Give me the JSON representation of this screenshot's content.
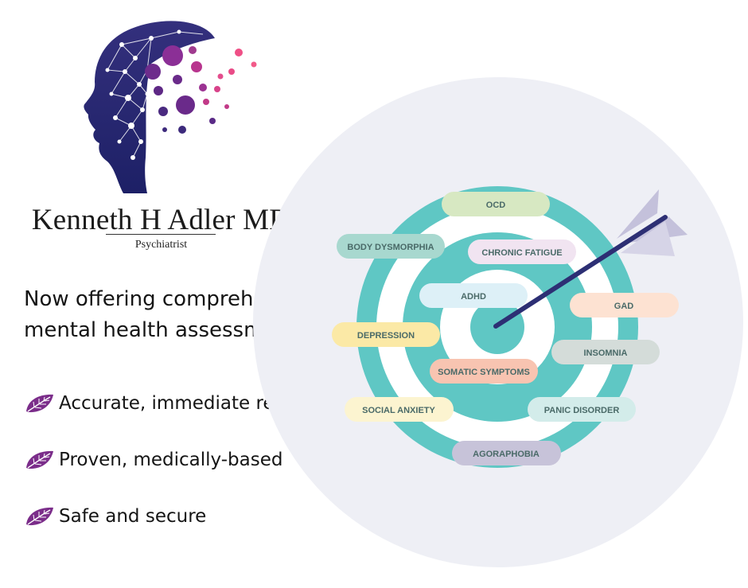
{
  "brand": {
    "name": "Kenneth H Adler MD",
    "subtitle": "Psychiatrist"
  },
  "headline": {
    "line1": "Now offering comprehensive",
    "line2": "mental health assessment!"
  },
  "bullets": [
    {
      "text": "Accurate, immediate results",
      "icon": "leaf-icon"
    },
    {
      "text": "Proven, medically-based",
      "icon": "leaf-icon"
    },
    {
      "text": "Safe and secure",
      "icon": "leaf-icon"
    }
  ],
  "target_labels": [
    {
      "text": "OCD",
      "color": "#d7e8c2"
    },
    {
      "text": "BODY DYSMORPHIA",
      "color": "#a8d8cf"
    },
    {
      "text": "CHRONIC FATIGUE",
      "color": "#f1e4f1"
    },
    {
      "text": "ADHD",
      "color": "#ddf0f7"
    },
    {
      "text": "GAD",
      "color": "#fde2d2"
    },
    {
      "text": "DEPRESSION",
      "color": "#fbe9a6"
    },
    {
      "text": "INSOMNIA",
      "color": "#d4dcd9"
    },
    {
      "text": "SOMATIC SYMPTOMS",
      "color": "#f8c4b1"
    },
    {
      "text": "SOCIAL ANXIETY",
      "color": "#fcf4d0"
    },
    {
      "text": "PANIC DISORDER",
      "color": "#d3ecea"
    },
    {
      "text": "AGORAPHOBIA",
      "color": "#c7c3d9"
    }
  ],
  "colors": {
    "teal": "#5fc7c4",
    "navy": "#2d2f74",
    "purple": "#7b2d8a",
    "backdrop": "#eeeff5",
    "fletching": "#c4c1db"
  }
}
